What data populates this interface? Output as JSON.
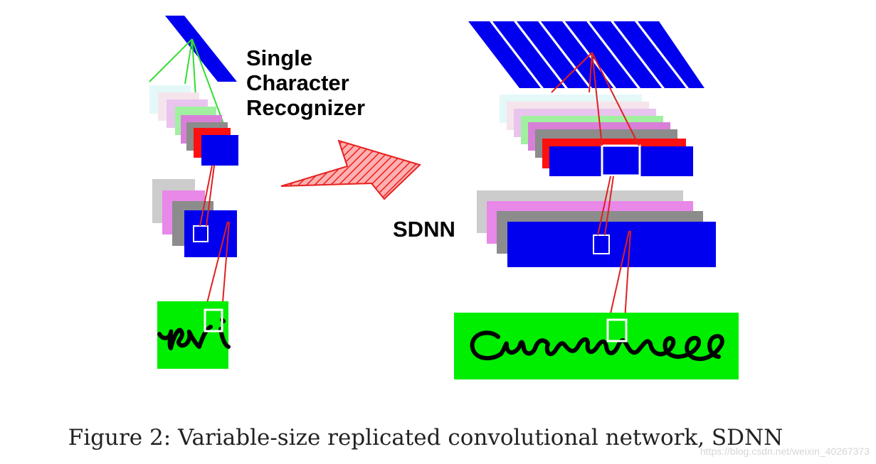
{
  "labels": {
    "single_character_recognizer": [
      "Single",
      "Character",
      "Recognizer"
    ],
    "sdnn": "SDNN"
  },
  "caption": "Figure 2: Variable-size replicated convolutional network, SDNN",
  "watermark": "https://blog.csdn.net/weixin_40267373",
  "handwriting": {
    "left_fragment": "rsi",
    "right_word": "Cursive"
  },
  "colors": {
    "output_blue": "#0000ee",
    "connection_red": "#e02020",
    "connection_green": "#33dd33",
    "input_green": "#00ee00",
    "arrow_red": "#f03a3a",
    "feature_map_stack": [
      "#e4f8f8",
      "#f6e4ec",
      "#e8c4ee",
      "#a0f0a0",
      "#d880d8",
      "#8c8c8c",
      "#ff1010",
      "#0000ee"
    ],
    "mid_map_stack": [
      "#cccccc",
      "#e888e8",
      "#8c8c8c",
      "#0000ee"
    ]
  },
  "icons": [
    "replication-arrow-icon"
  ]
}
